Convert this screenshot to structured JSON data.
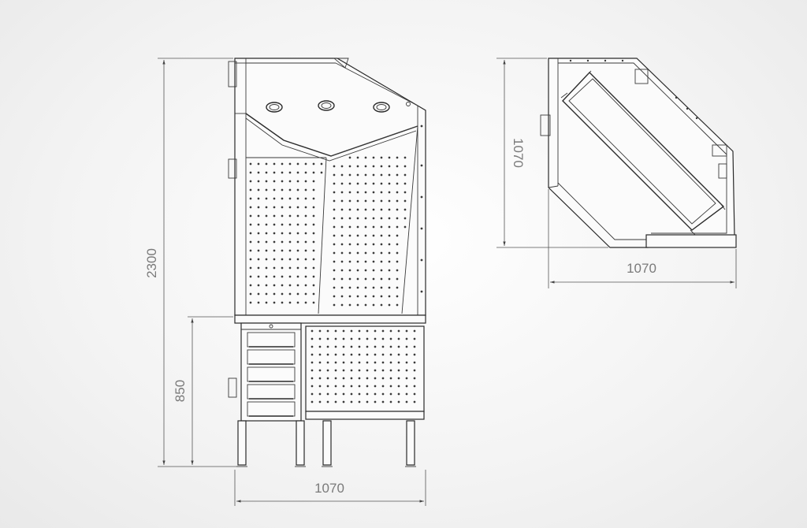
{
  "dimensions": {
    "front_height": "2300",
    "front_base_height": "850",
    "front_width": "1070",
    "side_depth": "1070",
    "side_width": "1070"
  }
}
